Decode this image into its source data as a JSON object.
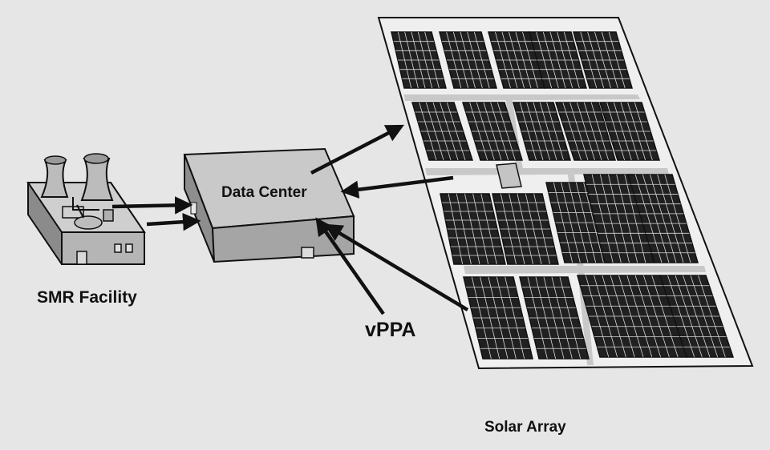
{
  "labels": {
    "smr_facility": "SMR Facility",
    "data_center": "Data Center",
    "vppa": "vPPA",
    "solar_array": "Solar Array"
  },
  "colors": {
    "background": "#e6e6e6",
    "panel_cell": "#202020",
    "frame_fill": "#efefef",
    "box_top": "#c9c9c9",
    "box_side": "#8e8e8e",
    "arrow": "#111111"
  }
}
